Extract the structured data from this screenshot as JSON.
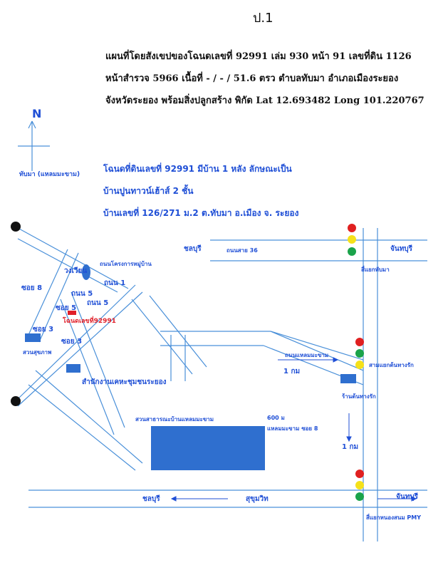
{
  "page_number": "ป.1",
  "header": {
    "line1": "แผนที่โดยสังเขปของโฉนดเลขที่  92991  เล่ม 930   หน้า 91  เลขที่ดิน  1126",
    "line2": "หน้าสำรวจ  5966   เนื้อที่  - / - / 51.6   ตรว   ตำบลทับมา    อำเภอเมืองระยอง",
    "line3": "จังหวัดระยอง  พร้อมสิ่งปลูกสร้าง  พิกัด   Lat  12.693482 Long   101.220767"
  },
  "description": {
    "line1": "โฉนดที่ดินเลขที่ 92991  มีบ้าน 1 หลัง ลักษณะเป็น",
    "line2": "บ้านปูนทาวน์เฮ้าส์ 2 ชั้น",
    "line3": "บ้านเลขที่ 126/271 ม.2 ต.ทับมา อ.เมือง จ. ระยอง"
  },
  "compass": {
    "north": "N",
    "direction_label": "ทับมา (แหลมมะขาม)"
  },
  "labels": {
    "chonburi_top": "ชลบุรี",
    "road_36": "ถนนสาย 36",
    "chanthaburi_top": "จันทบุรี",
    "tabma_junction": "สี่แยกทับมา",
    "circle": "วงเวียน",
    "project_road": "ถนนโครงการหมู่บ้าน",
    "road1": "ถนน 1",
    "road5_a": "ถนน 5",
    "road5_b": "ถนน 5",
    "soi8": "ซอย 8",
    "soi5": "ซอย 5",
    "deed_marker": "โฉนดเลขที่92991",
    "soi3_a": "ซอย 3",
    "soi3_b": "ซอย 3",
    "park": "สวนสุขภาพ",
    "laem_makham_road": "ถนนแหลมมะขาม",
    "dist_1km_a": "1 กม",
    "tonphangrak_junction": "สามแยกต้นทางรัก",
    "municipal_office": "สำนักงานเคหะชุมชนระยอง",
    "tonphangrak_shop": "ร้านต้นทางรัก",
    "public_health_center": "สวนสาธารณะบ้านแหลมมะขาม",
    "dist_600m": "600 ม",
    "laem_makham_soi8": "แหลมมะขาม ซอย 8",
    "dist_1km_b": "1 กม",
    "chonburi_bottom": "ชลบุรี",
    "sukhumvit": "สุขุมวิท",
    "chanthaburi_bottom": "จันทบุรี",
    "nongsanom_junction": "สี่แยกหนองสนม PMY"
  },
  "colors": {
    "road": "#4a90d9",
    "text_blue": "#1f4fd6",
    "highlight_red": "#e0202a",
    "block_blue": "#2f6fcf",
    "light_red": "#e02020",
    "light_green": "#1aa34a",
    "light_yellow": "#f5e11a"
  }
}
